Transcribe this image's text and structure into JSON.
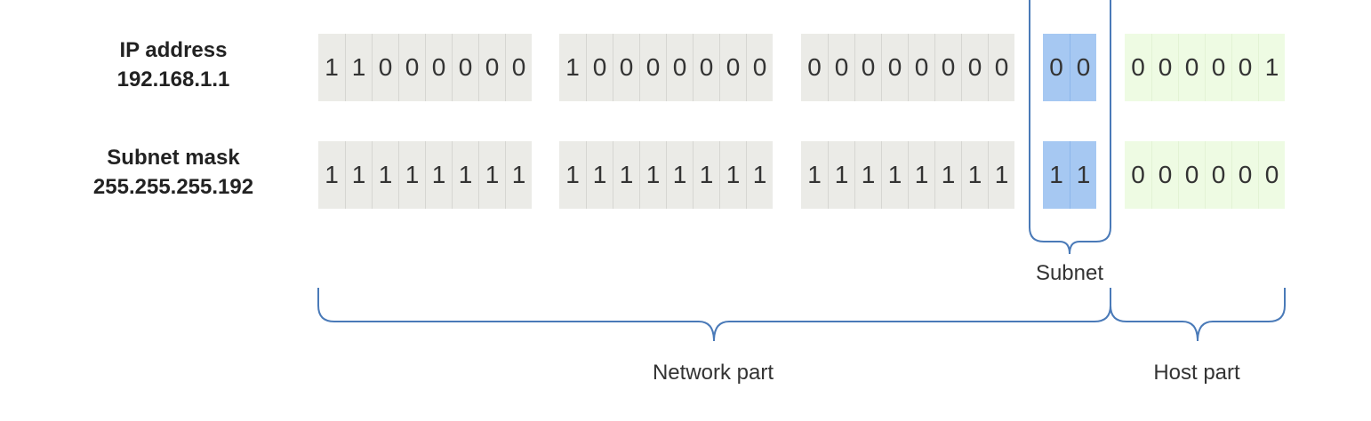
{
  "rows": {
    "ip": {
      "label": "IP address",
      "value": "192.168.1.1",
      "octets": [
        [
          "1",
          "1",
          "0",
          "0",
          "0",
          "0",
          "0",
          "0"
        ],
        [
          "1",
          "0",
          "0",
          "0",
          "0",
          "0",
          "0",
          "0"
        ],
        [
          "0",
          "0",
          "0",
          "0",
          "0",
          "0",
          "0",
          "0"
        ],
        [
          "0",
          "0"
        ],
        [
          "0",
          "0",
          "0",
          "0",
          "0",
          "1"
        ]
      ]
    },
    "mask": {
      "label": "Subnet mask",
      "value": "255.255.255.192",
      "octets": [
        [
          "1",
          "1",
          "1",
          "1",
          "1",
          "1",
          "1",
          "1"
        ],
        [
          "1",
          "1",
          "1",
          "1",
          "1",
          "1",
          "1",
          "1"
        ],
        [
          "1",
          "1",
          "1",
          "1",
          "1",
          "1",
          "1",
          "1"
        ],
        [
          "1",
          "1"
        ],
        [
          "0",
          "0",
          "0",
          "0",
          "0",
          "0"
        ]
      ]
    }
  },
  "braces": {
    "subnet": "Subnet",
    "network": "Network part",
    "host": "Host part"
  },
  "colors": {
    "network_cell": "#ebebe7",
    "subnet_cell": "#a6c8f2",
    "host_cell": "#eefbe3",
    "brace_line": "#4a7ab8"
  }
}
